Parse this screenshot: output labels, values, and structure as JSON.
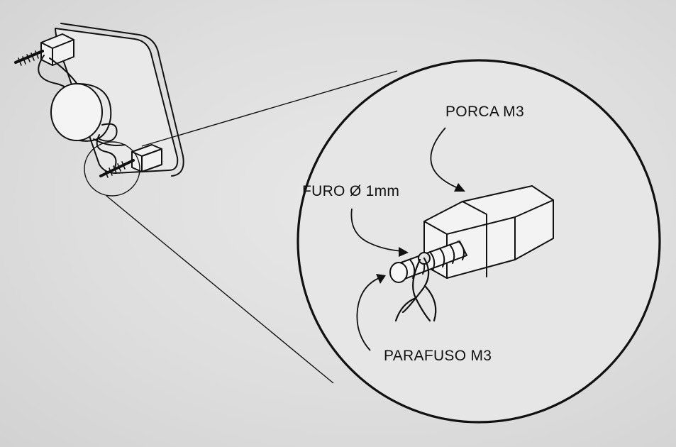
{
  "labels": {
    "nut": "PORCA M3",
    "hole": "FURO Ø 1mm",
    "screw": "PARAFUSO M3"
  },
  "colors": {
    "paper": "#dcdcdc",
    "ink": "#111111"
  }
}
